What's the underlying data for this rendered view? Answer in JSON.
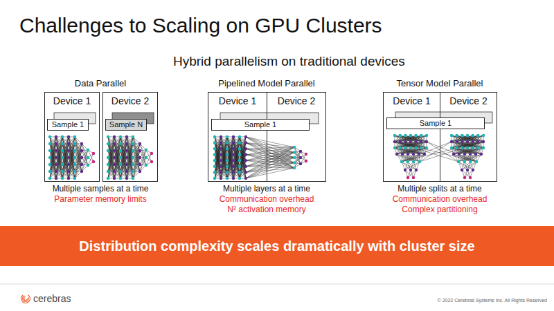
{
  "diagram": {
    "title": "Challenges to Scaling on GPU Clusters",
    "nodes": [
      {
        "text": [
          "Device 1"
        ]
      },
      {
        "text": [
          "Sample 1"
        ],
        "in": 0
      },
      {
        "text": [
          "Device 2"
        ]
      },
      {
        "text": [
          "Sample N"
        ],
        "in": 2
      },
      {
        "text": [
          "Device 1"
        ]
      },
      {
        "text": [
          "Device 2"
        ]
      },
      {
        "text": [
          "Sample 1"
        ]
      },
      {
        "text": [
          "Device 1"
        ]
      },
      {
        "text": [
          "Device 2"
        ]
      },
      {
        "text": [
          "Sample 1"
        ]
      },
      {
        "text": [
          "Distribution complexity scales dramatically with cluster size"
        ]
      }
    ],
    "labels": [
      "Hybrid parallelism on traditional devices",
      "Data Parallel",
      "Pipelined Model Parallel",
      "Tensor Model Parallel",
      "Multiple samples at a time",
      "Parameter memory limits",
      "Multiple layers at a time",
      "Communication overhead",
      "N² activation memory",
      "Multiple splits at a time",
      "Communication overhead",
      "Complex partitioning",
      "cerebras",
      "© 2022 Cerebras Systems Inc. All Rights Reserved"
    ]
  }
}
